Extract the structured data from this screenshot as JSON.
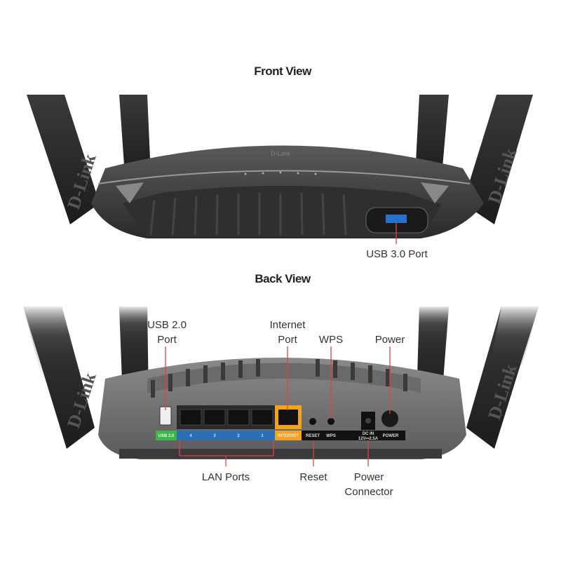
{
  "front": {
    "title": "Front View",
    "callouts": {
      "usb3": "USB 3.0 Port"
    },
    "brand": "D-Link"
  },
  "back": {
    "title": "Back View",
    "callouts": {
      "usb2_line1": "USB 2.0",
      "usb2_line2": "Port",
      "internet_line1": "Internet",
      "internet_line2": "Port",
      "wps": "WPS",
      "power": "Power",
      "lan": "LAN Ports",
      "reset": "Reset",
      "power_connector_line1": "Power",
      "power_connector_line2": "Connector"
    },
    "panel_labels": {
      "usb": "USB 2.0",
      "lan": [
        "4",
        "3",
        "2",
        "1"
      ],
      "internet": "INTERNET",
      "reset": "RESET",
      "wps": "WPS",
      "dcin": "DC IN",
      "rating": "12V⎓2.5A",
      "power": "POWER"
    },
    "brand": "D-Link"
  },
  "colors": {
    "leader": "#e0453a",
    "usb_green": "#3db54a",
    "lan_blue": "#2d6fb5",
    "internet_orange": "#f2a41f"
  }
}
